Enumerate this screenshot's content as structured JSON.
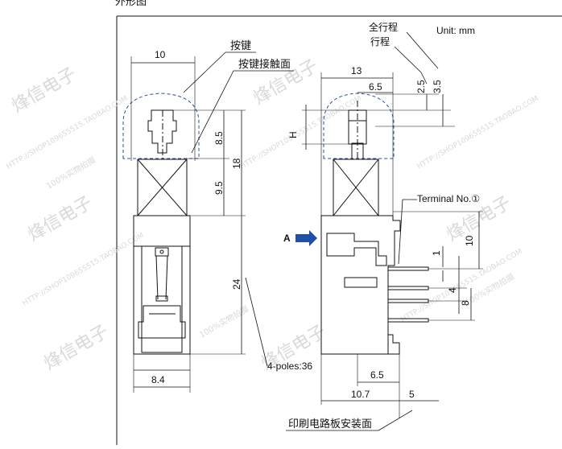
{
  "header_fragment": "外形图",
  "unit_label": "Unit: mm",
  "callouts": {
    "button": "按键",
    "button_contact_surface": "按键接触面",
    "full_travel": "全行程",
    "travel": "行程",
    "terminal": "Terminal No.①",
    "arrow_a": "A",
    "poles": "4-poles:36",
    "pcb_mount_surface": "印刷电路板安装面",
    "height_h": "H"
  },
  "dimensions": {
    "left_width": "10",
    "left_upper": "8.5",
    "left_total": "18",
    "left_body": "9.5",
    "left_lower": "24",
    "left_bottom": "8.4",
    "right_width": "13",
    "right_inner": "6.5",
    "stroke_full": "3.5",
    "stroke": "2.5",
    "pin_spacing_large": "10",
    "pin_offset": "1",
    "pin_pitch_small": "4",
    "pin_pitch": "8",
    "bottom_inner": "6.5",
    "bottom_width": "10.7",
    "bottom_offset": "5"
  },
  "watermark": {
    "brand": "烽信电子",
    "url": "HTTP://SHOP109655515.TAOBAO.COM",
    "tagline": "100%实物拍摄"
  },
  "colors": {
    "outline": "#111111",
    "dashed_button": "#2a4fa8",
    "arrow": "#1f4fa8",
    "watermark": "#d9d9d9"
  }
}
